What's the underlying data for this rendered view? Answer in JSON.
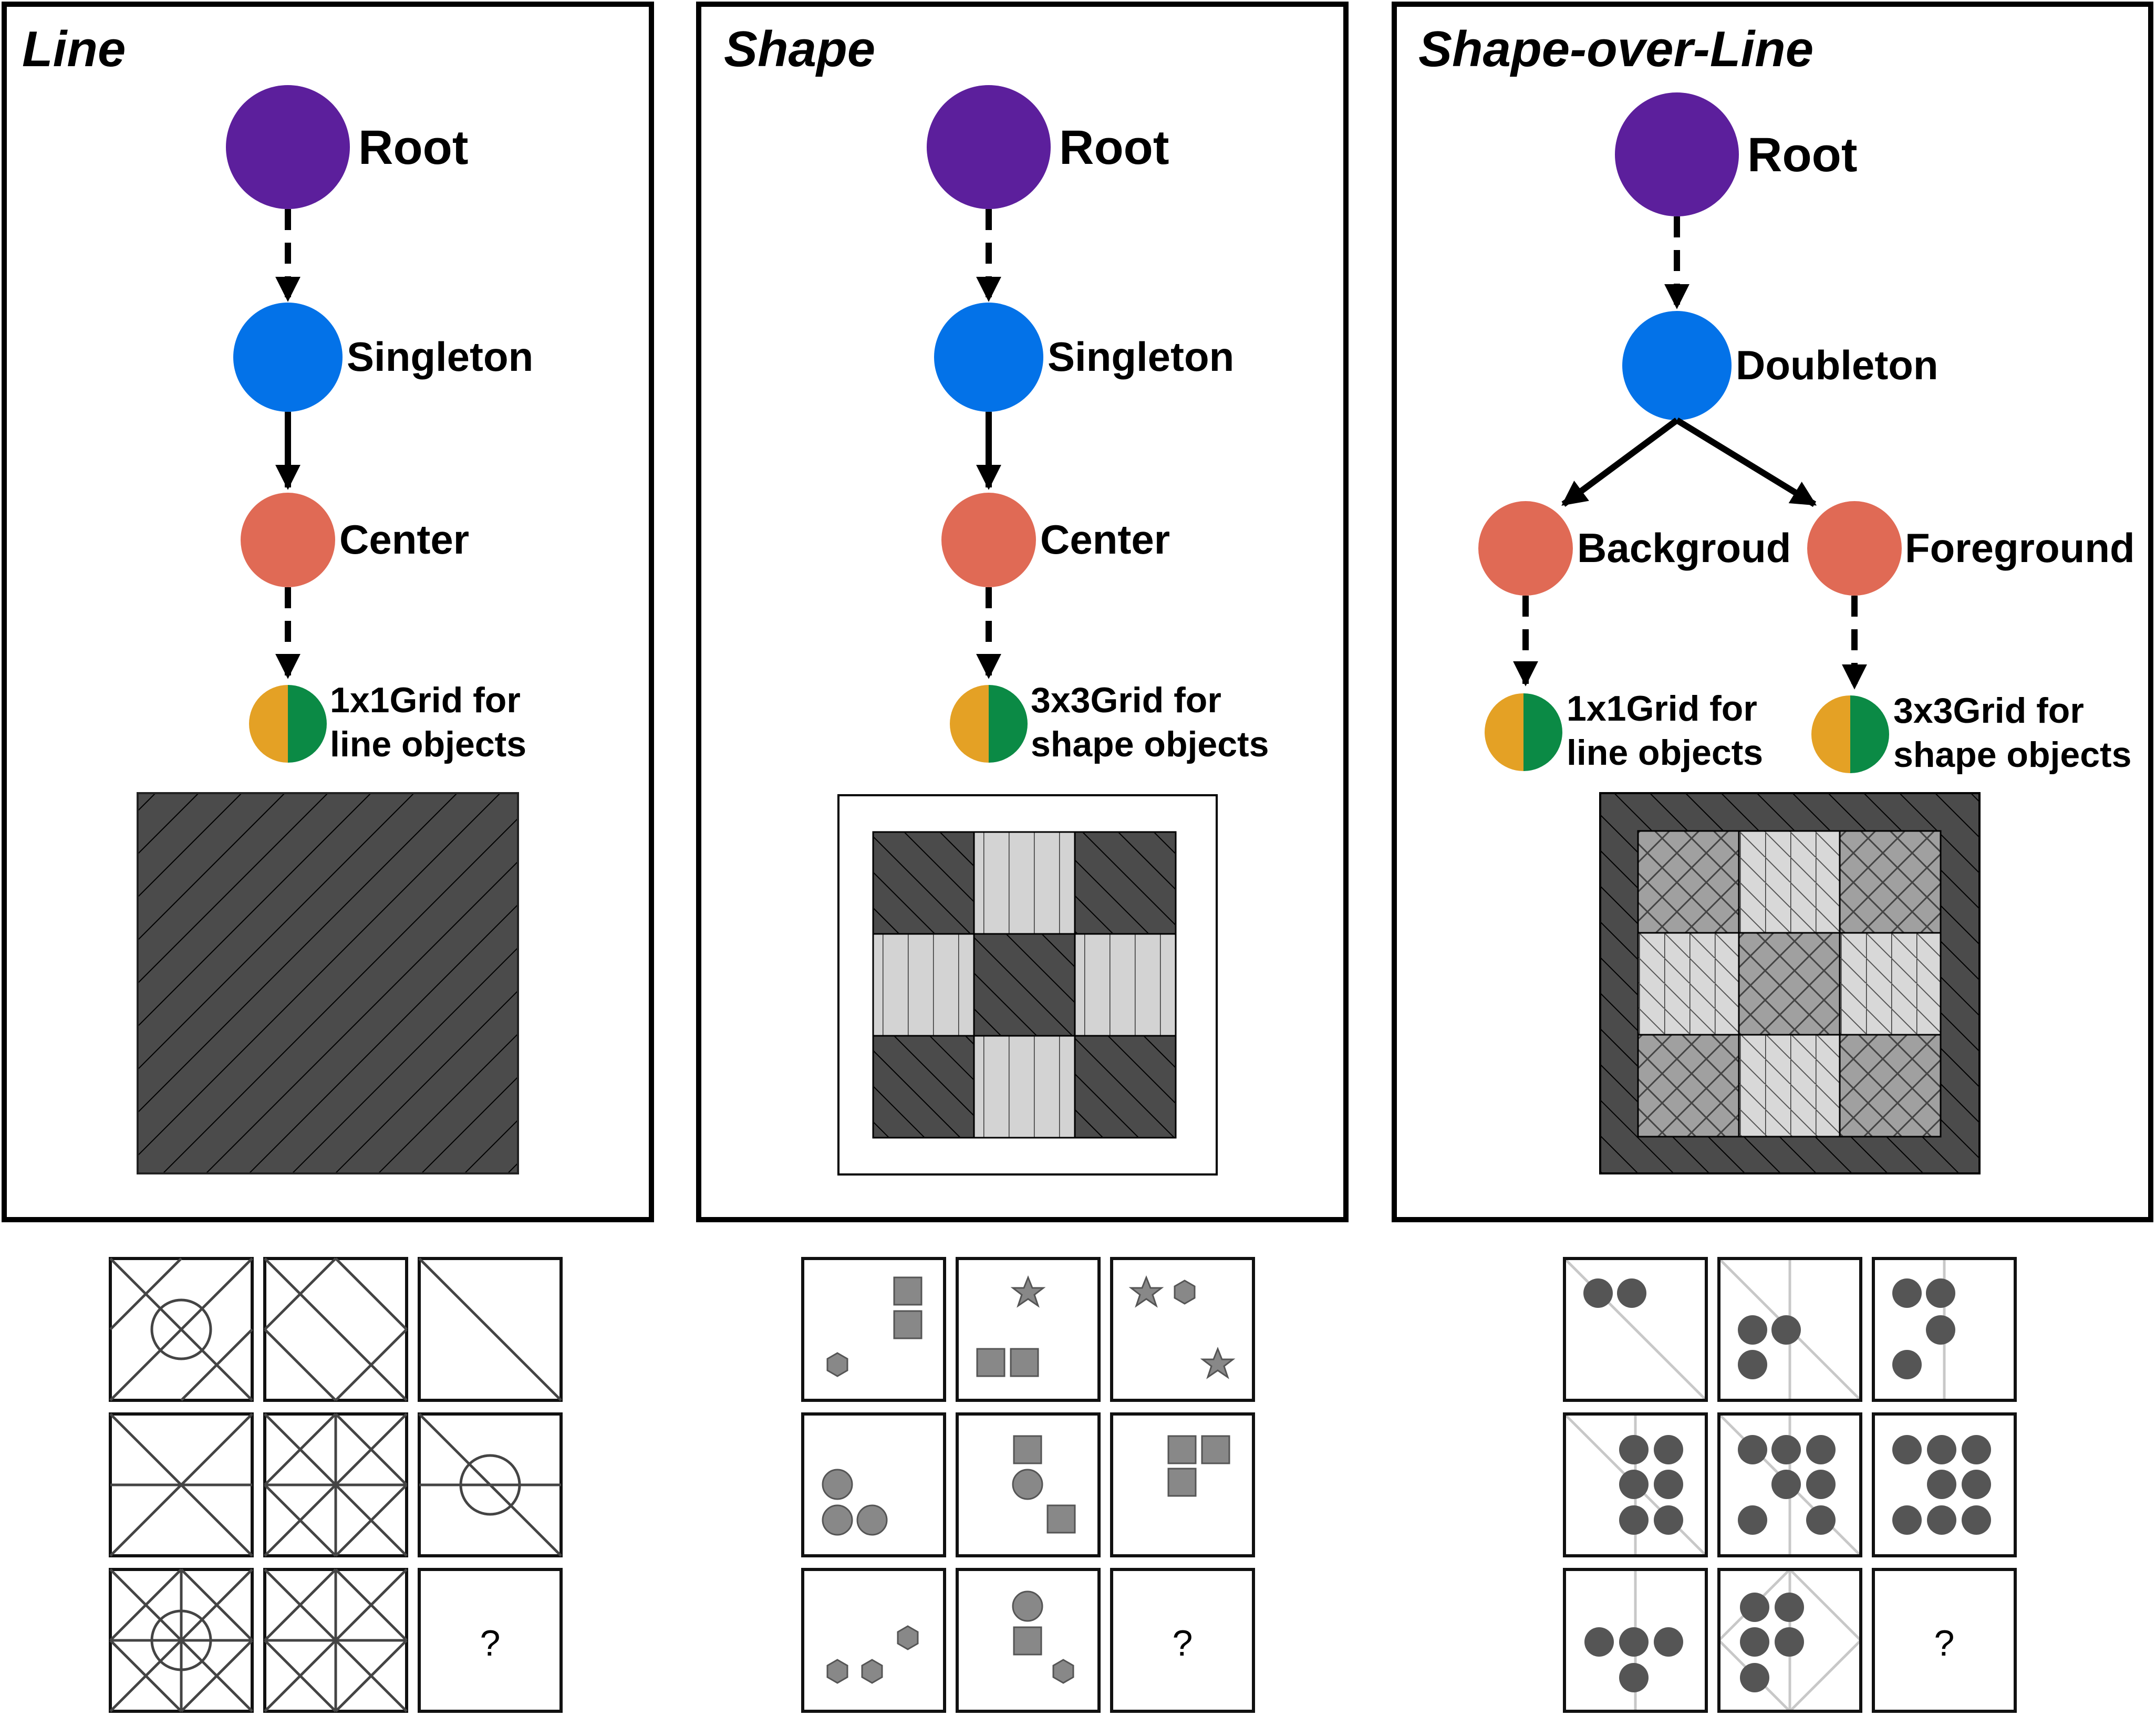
{
  "colors": {
    "root": "#5c1f9c",
    "mid": "#0372e8",
    "center": "#e06a55",
    "leaf_left": "#e4a125",
    "leaf_right": "#0b8a45",
    "dark_fill": "#4b4b4b",
    "light_fill": "#d3d3d3",
    "medium_fill": "#a0a0a0",
    "shape_gray": "#888888",
    "dot_dark": "#555555"
  },
  "panels": [
    {
      "title": "Line",
      "nodes": {
        "root": "Root",
        "mid": "Singleton",
        "center": "Center",
        "leaf_line1": "1x1Grid for",
        "leaf_line2": "line objects"
      }
    },
    {
      "title": "Shape",
      "nodes": {
        "root": "Root",
        "mid": "Singleton",
        "center": "Center",
        "leaf_line1": "3x3Grid for",
        "leaf_line2": "shape objects"
      }
    },
    {
      "title": "Shape-over-Line",
      "nodes": {
        "root": "Root",
        "mid": "Doubleton",
        "left": "Backgroud",
        "right": "Foreground",
        "left_leaf_line1": "1x1Grid for",
        "left_leaf_line2": "line objects",
        "right_leaf_line1": "3x3Grid for",
        "right_leaf_line2": "shape objects"
      }
    }
  ],
  "puzzles": [
    {
      "missing_label": "?"
    },
    {
      "missing_label": "?"
    },
    {
      "missing_label": "?"
    }
  ]
}
